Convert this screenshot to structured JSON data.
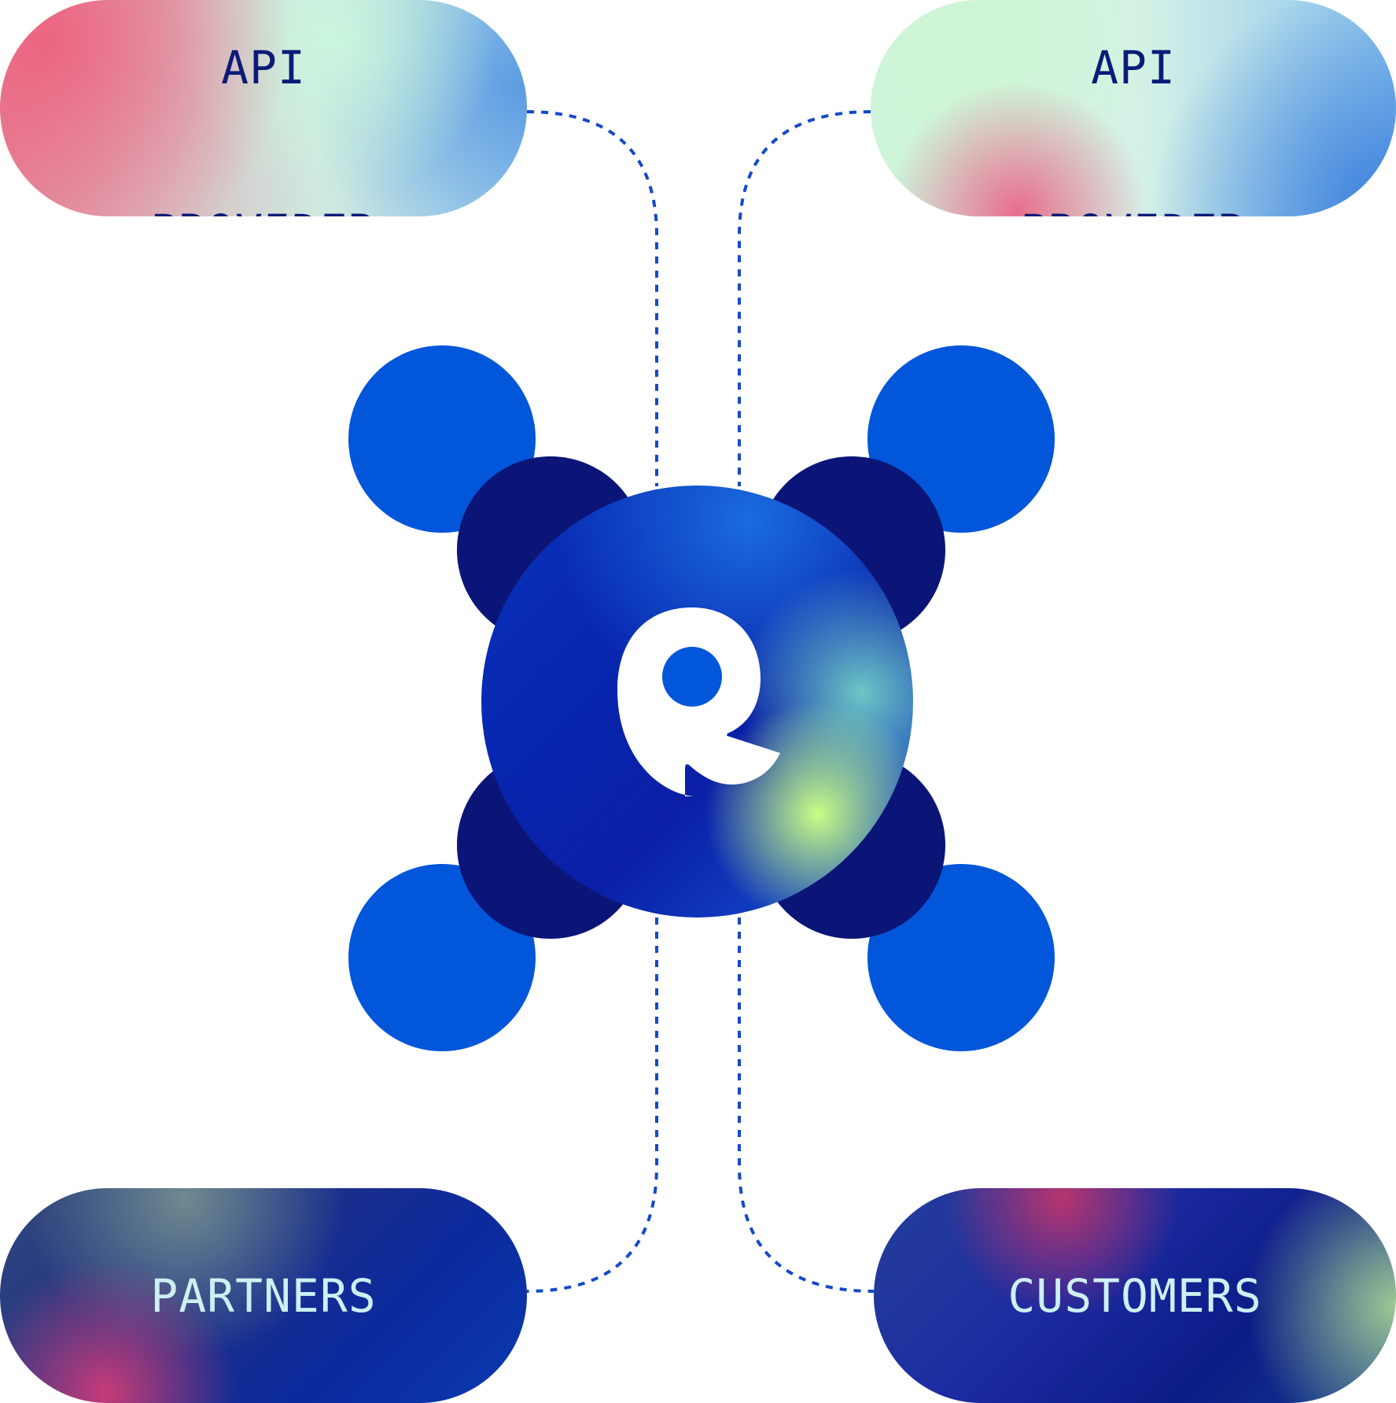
{
  "diagram": {
    "top_left": {
      "line1": "API",
      "line2": "PROVIDER"
    },
    "top_right": {
      "line1": "API",
      "line2": "PROVIDER"
    },
    "bottom_left": {
      "label": "PARTNERS"
    },
    "bottom_right": {
      "label": "CUSTOMERS"
    },
    "hub": {
      "icon": "brand-logo-icon"
    }
  },
  "colors": {
    "connector": "#1549c9",
    "node_outer": "#0256da",
    "node_inner": "#0b1577",
    "dark_text": "#0c1b78",
    "light_text": "#cdf0f2"
  }
}
